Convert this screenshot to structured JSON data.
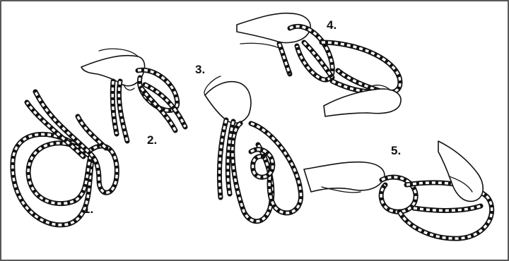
{
  "figure": {
    "steps": [
      {
        "id": "step-1",
        "label": "1."
      },
      {
        "id": "step-2",
        "label": "2."
      },
      {
        "id": "step-3",
        "label": "3."
      },
      {
        "id": "step-4",
        "label": "4."
      },
      {
        "id": "step-5",
        "label": "5."
      }
    ]
  }
}
